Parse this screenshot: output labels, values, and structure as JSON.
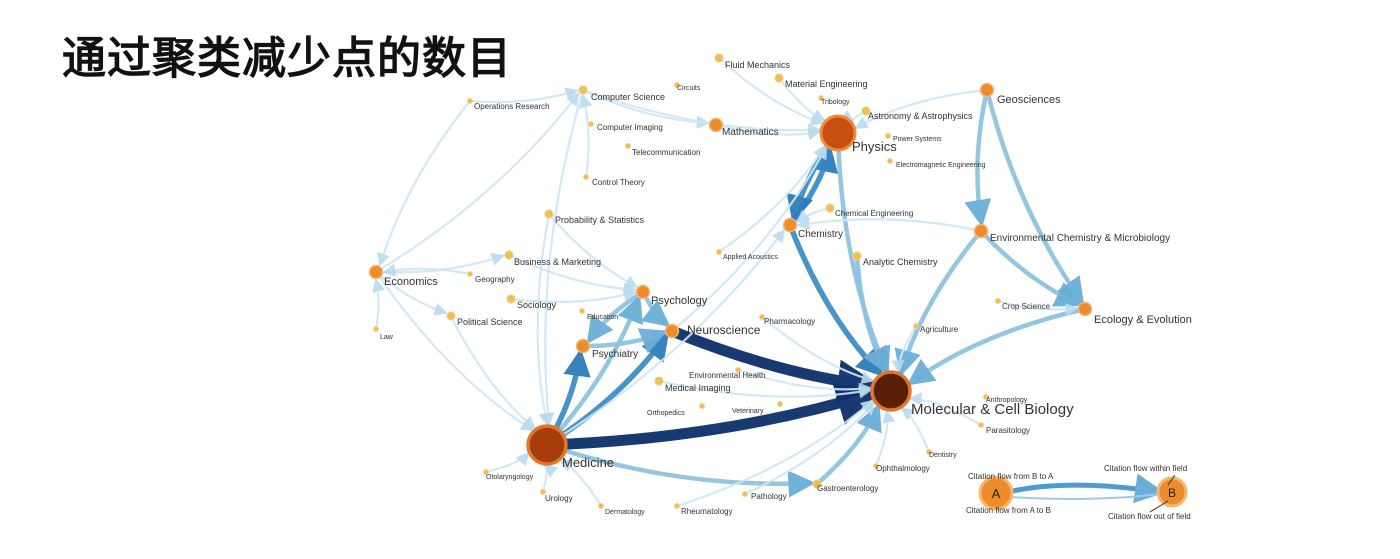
{
  "title": "通过聚类减少点的数目",
  "colors": {
    "edge_light": "#cfe6f3",
    "edge_mid": "#8ec3e0",
    "edge_strong": "#3f8fc4",
    "edge_dark": "#0d2f6b",
    "node_large": "#c84f0f",
    "node_mid": "#ee8b2c",
    "node_small": "#f2bd52",
    "node_darkest": "#5a1e05"
  },
  "nodes": [
    {
      "id": "fluid",
      "label": "Fluid Mechanics",
      "size": "s"
    },
    {
      "id": "circuits",
      "label": "Circuits",
      "size": "xs"
    },
    {
      "id": "material",
      "label": "Material Engineering",
      "size": "s"
    },
    {
      "id": "tribology",
      "label": "Tribology",
      "size": "xs"
    },
    {
      "id": "geosci",
      "label": "Geosciences",
      "size": "m"
    },
    {
      "id": "astro",
      "label": "Astronomy & Astrophysics",
      "size": "s"
    },
    {
      "id": "opres",
      "label": "Operations Research",
      "size": "xs"
    },
    {
      "id": "compsci",
      "label": "Computer Science",
      "size": "s"
    },
    {
      "id": "compimg",
      "label": "Computer Imaging",
      "size": "xs"
    },
    {
      "id": "math",
      "label": "Mathematics",
      "size": "m"
    },
    {
      "id": "physics",
      "label": "Physics",
      "size": "l"
    },
    {
      "id": "power",
      "label": "Power Systems",
      "size": "xs"
    },
    {
      "id": "telecom",
      "label": "Telecommunication",
      "size": "xs"
    },
    {
      "id": "emeng",
      "label": "Electromagnetic Engineering",
      "size": "xs"
    },
    {
      "id": "control",
      "label": "Control Theory",
      "size": "xs"
    },
    {
      "id": "probstat",
      "label": "Probability & Statistics",
      "size": "s"
    },
    {
      "id": "chemeng",
      "label": "Chemical Engineering",
      "size": "s"
    },
    {
      "id": "chem",
      "label": "Chemistry",
      "size": "m"
    },
    {
      "id": "envchem",
      "label": "Environmental Chemistry & Microbiology",
      "size": "m"
    },
    {
      "id": "appacou",
      "label": "Applied Acoustics",
      "size": "xs"
    },
    {
      "id": "bizmkt",
      "label": "Business & Marketing",
      "size": "s"
    },
    {
      "id": "anachem",
      "label": "Analytic Chemistry",
      "size": "s"
    },
    {
      "id": "econ",
      "label": "Economics",
      "size": "m"
    },
    {
      "id": "geog",
      "label": "Geography",
      "size": "xs"
    },
    {
      "id": "psych",
      "label": "Psychology",
      "size": "m"
    },
    {
      "id": "sociol",
      "label": "Sociology",
      "size": "s"
    },
    {
      "id": "cropsci",
      "label": "Crop Science",
      "size": "xs"
    },
    {
      "id": "ecoevo",
      "label": "Ecology & Evolution",
      "size": "m"
    },
    {
      "id": "polsci",
      "label": "Political Science",
      "size": "s"
    },
    {
      "id": "educ",
      "label": "Education",
      "size": "xs"
    },
    {
      "id": "pharm",
      "label": "Pharmacology",
      "size": "xs"
    },
    {
      "id": "agric",
      "label": "Agriculture",
      "size": "xs"
    },
    {
      "id": "law",
      "label": "Law",
      "size": "xs"
    },
    {
      "id": "neuro",
      "label": "Neuroscience",
      "size": "m"
    },
    {
      "id": "psychiatry",
      "label": "Psychiatry",
      "size": "m"
    },
    {
      "id": "envhealth",
      "label": "Environmental Health",
      "size": "xs"
    },
    {
      "id": "medimg",
      "label": "Medical Imaging",
      "size": "s"
    },
    {
      "id": "molcell",
      "label": "Molecular & Cell Biology",
      "size": "xl"
    },
    {
      "id": "anthro",
      "label": "Anthropology",
      "size": "xs"
    },
    {
      "id": "ortho",
      "label": "Orthopedics",
      "size": "xs"
    },
    {
      "id": "vet",
      "label": "Veterinary",
      "size": "xs"
    },
    {
      "id": "parasit",
      "label": "Parasitology",
      "size": "xs"
    },
    {
      "id": "medicine",
      "label": "Medicine",
      "size": "xl"
    },
    {
      "id": "dentist",
      "label": "Dentistry",
      "size": "xs"
    },
    {
      "id": "ophthal",
      "label": "Ophthalmology",
      "size": "xs"
    },
    {
      "id": "otolar",
      "label": "Otolaryngology",
      "size": "xs"
    },
    {
      "id": "gastro",
      "label": "Gastroenterology",
      "size": "s"
    },
    {
      "id": "urology",
      "label": "Urology",
      "size": "xs"
    },
    {
      "id": "patho",
      "label": "Pathology",
      "size": "xs"
    },
    {
      "id": "dermat",
      "label": "Dermatology",
      "size": "xs"
    },
    {
      "id": "rheum",
      "label": "Rheumatology",
      "size": "xs"
    }
  ],
  "edges": [
    {
      "from": "medicine",
      "to": "molcell",
      "w": "dark"
    },
    {
      "from": "neuro",
      "to": "molcell",
      "w": "dark"
    },
    {
      "from": "medicine",
      "to": "neuro",
      "w": "strong"
    },
    {
      "from": "medicine",
      "to": "psychiatry",
      "w": "strong"
    },
    {
      "from": "psychiatry",
      "to": "neuro",
      "w": "mid"
    },
    {
      "from": "psych",
      "to": "neuro",
      "w": "mid"
    },
    {
      "from": "psych",
      "to": "psychiatry",
      "w": "mid"
    },
    {
      "from": "medicine",
      "to": "psych",
      "w": "mid"
    },
    {
      "from": "chem",
      "to": "physics",
      "w": "strong"
    },
    {
      "from": "physics",
      "to": "chem",
      "w": "strong"
    },
    {
      "from": "chem",
      "to": "molcell",
      "w": "strong"
    },
    {
      "from": "physics",
      "to": "molcell",
      "w": "mid"
    },
    {
      "from": "geosci",
      "to": "ecoevo",
      "w": "mid"
    },
    {
      "from": "geosci",
      "to": "envchem",
      "w": "mid"
    },
    {
      "from": "envchem",
      "to": "ecoevo",
      "w": "mid"
    },
    {
      "from": "ecoevo",
      "to": "molcell",
      "w": "mid"
    },
    {
      "from": "envchem",
      "to": "molcell",
      "w": "mid"
    },
    {
      "from": "medicine",
      "to": "gastro",
      "w": "mid"
    },
    {
      "from": "gastro",
      "to": "molcell",
      "w": "mid"
    },
    {
      "from": "anachem",
      "to": "molcell",
      "w": "mid"
    },
    {
      "from": "fluid",
      "to": "physics",
      "w": "light"
    },
    {
      "from": "material",
      "to": "physics",
      "w": "light"
    },
    {
      "from": "math",
      "to": "physics",
      "w": "light"
    },
    {
      "from": "compsci",
      "to": "math",
      "w": "light"
    },
    {
      "from": "astro",
      "to": "physics",
      "w": "light"
    },
    {
      "from": "geosci",
      "to": "physics",
      "w": "light"
    },
    {
      "from": "econ",
      "to": "medicine",
      "w": "light"
    },
    {
      "from": "econ",
      "to": "polsci",
      "w": "light"
    },
    {
      "from": "econ",
      "to": "bizmkt",
      "w": "light"
    },
    {
      "from": "probstat",
      "to": "medicine",
      "w": "light"
    },
    {
      "from": "bizmkt",
      "to": "psych",
      "w": "light"
    },
    {
      "from": "sociol",
      "to": "psych",
      "w": "light"
    },
    {
      "from": "polsci",
      "to": "medicine",
      "w": "light"
    },
    {
      "from": "opres",
      "to": "econ",
      "w": "light"
    },
    {
      "from": "control",
      "to": "compsci",
      "w": "light"
    },
    {
      "from": "medimg",
      "to": "molcell",
      "w": "light"
    },
    {
      "from": "otolar",
      "to": "medicine",
      "w": "light"
    },
    {
      "from": "urology",
      "to": "medicine",
      "w": "light"
    },
    {
      "from": "dermat",
      "to": "medicine",
      "w": "light"
    },
    {
      "from": "rheum",
      "to": "molcell",
      "w": "light"
    },
    {
      "from": "patho",
      "to": "molcell",
      "w": "light"
    },
    {
      "from": "ophthal",
      "to": "molcell",
      "w": "light"
    },
    {
      "from": "dentist",
      "to": "molcell",
      "w": "light"
    },
    {
      "from": "parasit",
      "to": "molcell",
      "w": "light"
    },
    {
      "from": "agric",
      "to": "molcell",
      "w": "light"
    },
    {
      "from": "cropsci",
      "to": "ecoevo",
      "w": "light"
    },
    {
      "from": "pharm",
      "to": "molcell",
      "w": "light"
    },
    {
      "from": "envhealth",
      "to": "molcell",
      "w": "light"
    },
    {
      "from": "chemeng",
      "to": "chem",
      "w": "light"
    },
    {
      "from": "appacou",
      "to": "physics",
      "w": "light"
    },
    {
      "from": "compsci",
      "to": "physics",
      "w": "light"
    },
    {
      "from": "probstat",
      "to": "psych",
      "w": "light"
    },
    {
      "from": "geog",
      "to": "econ",
      "w": "light"
    },
    {
      "from": "law",
      "to": "econ",
      "w": "light"
    },
    {
      "from": "neuro",
      "to": "physics",
      "w": "light"
    },
    {
      "from": "medicine",
      "to": "chem",
      "w": "light"
    },
    {
      "from": "compsci",
      "to": "medicine",
      "w": "light"
    },
    {
      "from": "econ",
      "to": "compsci",
      "w": "light"
    },
    {
      "from": "opres",
      "to": "compsci",
      "w": "light"
    },
    {
      "from": "envchem",
      "to": "chem",
      "w": "light"
    }
  ],
  "legend": {
    "node_a": "A",
    "node_b": "B",
    "flow_b_to_a": "Citation flow from B to A",
    "flow_a_to_b": "Citation flow from A to B",
    "flow_within": "Citation flow within field",
    "flow_out": "Citation flow out of field"
  }
}
